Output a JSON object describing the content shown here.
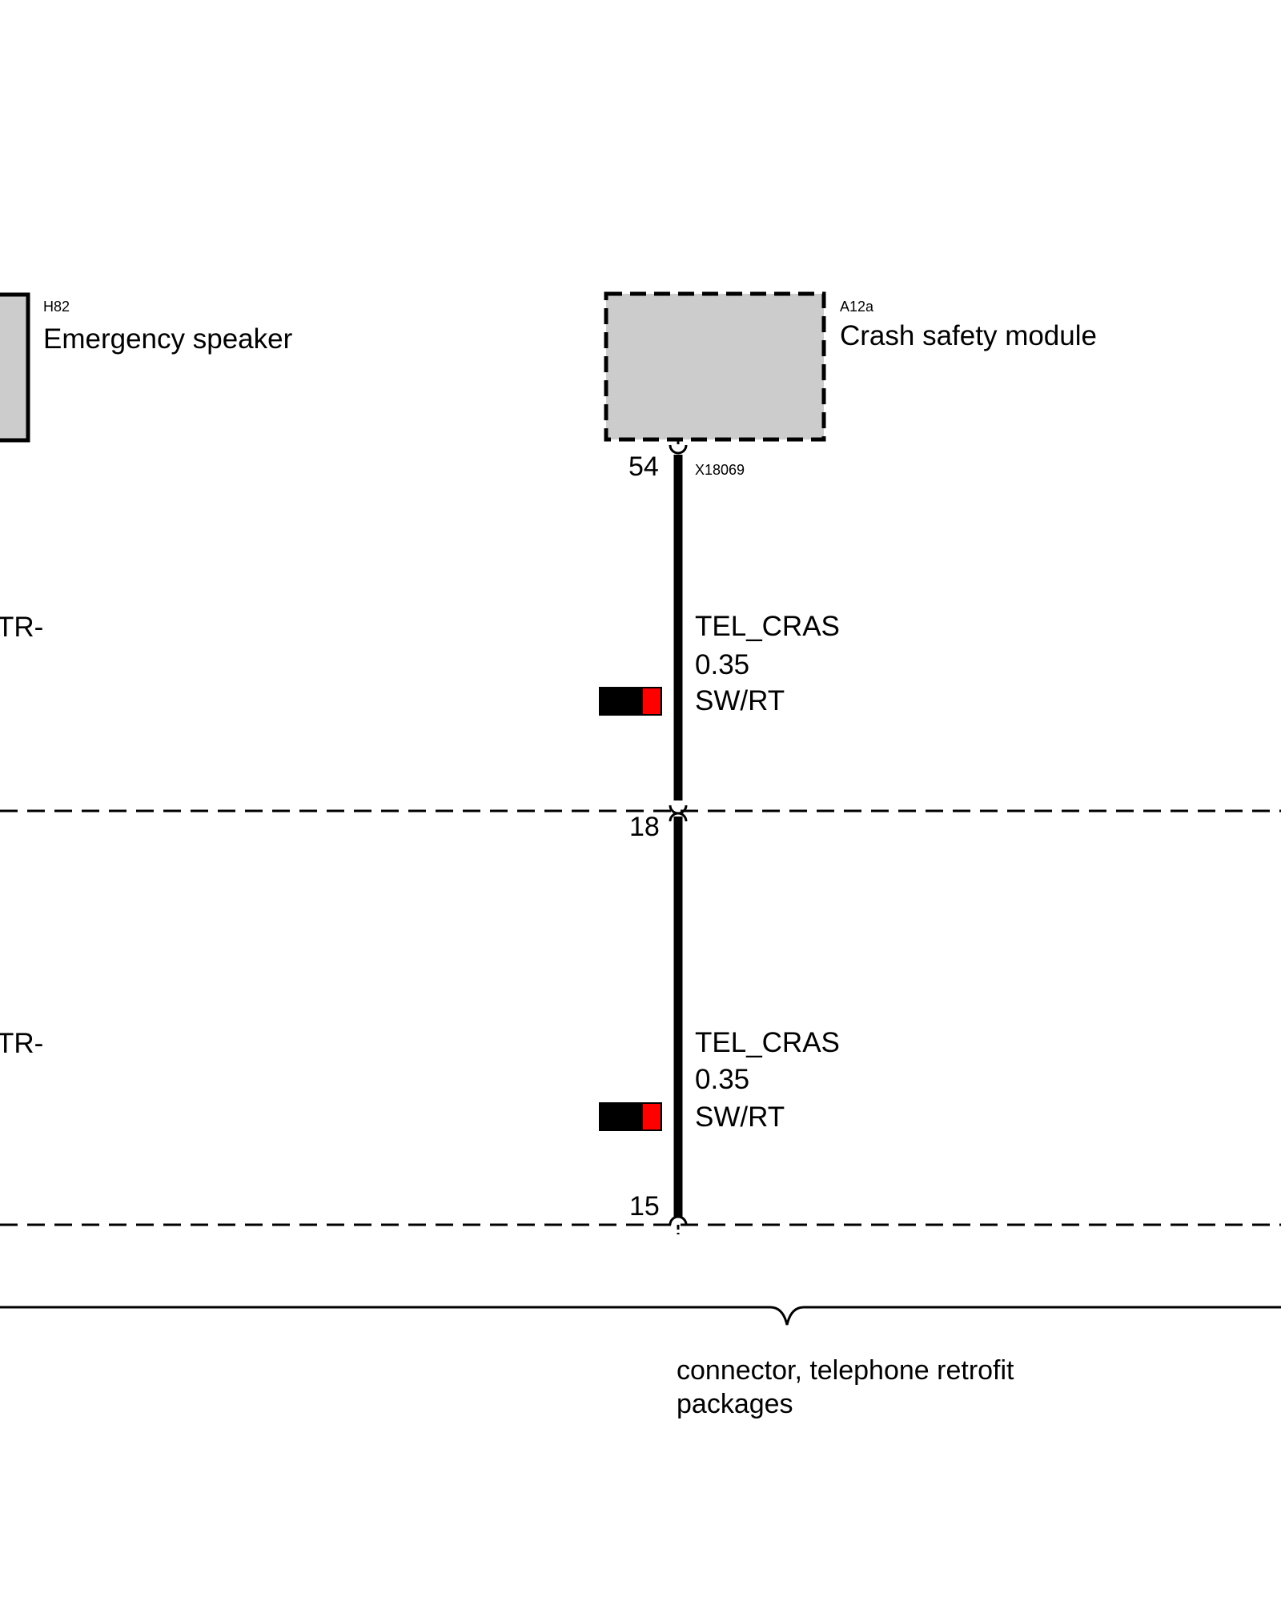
{
  "components": {
    "emergency_speaker": {
      "code": "H82",
      "name": "Emergency speaker"
    },
    "crash_safety_module": {
      "code": "A12a",
      "name": "Crash safety module"
    }
  },
  "connector": {
    "code": "X18069"
  },
  "pins": {
    "top": "54",
    "middle": "18",
    "bottom": "15"
  },
  "left_wire_labels": [
    "TR-",
    "TR-"
  ],
  "wires": [
    {
      "signal": "TEL_CRAS",
      "gauge": "0.35",
      "color_code": "SW/RT"
    },
    {
      "signal": "TEL_CRAS",
      "gauge": "0.35",
      "color_code": "SW/RT"
    }
  ],
  "wire_color_swatch": {
    "primary": "#000000",
    "stripe": "#ff0000"
  },
  "component_fill": "#cccccc",
  "brace_note": "connector, telephone retrofit packages"
}
